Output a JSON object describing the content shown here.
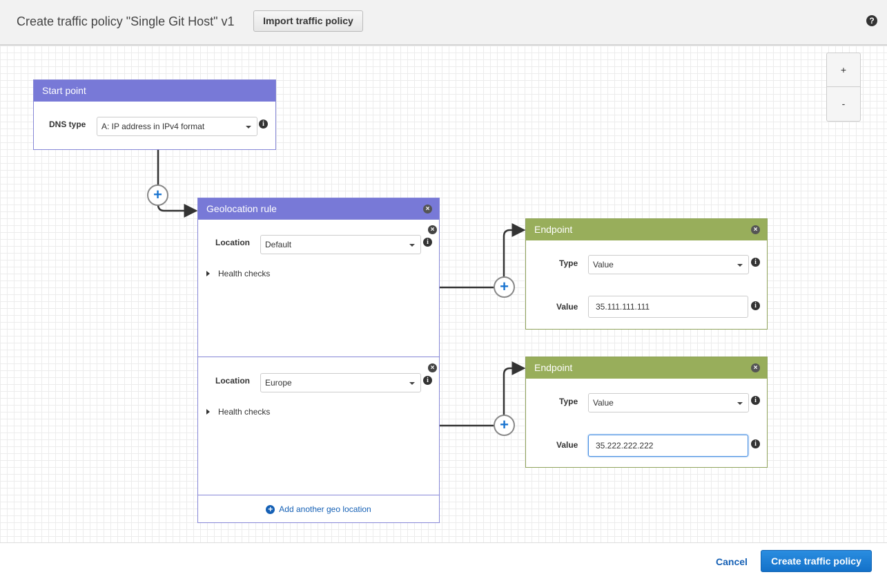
{
  "header": {
    "title": "Create traffic policy \"Single Git Host\" v1",
    "import_label": "Import traffic policy",
    "help_icon": "question-circle-icon"
  },
  "zoom": {
    "in": "+",
    "out": "-"
  },
  "start_point": {
    "title": "Start point",
    "dns_type_label": "DNS type",
    "dns_type_value": "A: IP address in IPv4 format"
  },
  "geo_rule": {
    "title": "Geolocation rule",
    "rules": [
      {
        "location_label": "Location",
        "location_value": "Default",
        "health_checks": "Health checks"
      },
      {
        "location_label": "Location",
        "location_value": "Europe",
        "health_checks": "Health checks"
      }
    ],
    "add_label": "Add another geo location"
  },
  "endpoints": [
    {
      "title": "Endpoint",
      "type_label": "Type",
      "type_value": "Value",
      "value_label": "Value",
      "value": "35.111.111.111"
    },
    {
      "title": "Endpoint",
      "type_label": "Type",
      "type_value": "Value",
      "value_label": "Value",
      "value": "35.222.222.222"
    }
  ],
  "footer": {
    "cancel": "Cancel",
    "create": "Create traffic policy"
  },
  "colors": {
    "rule_header": "#7879d7",
    "endpoint_header": "#98ae5b",
    "primary": "#1a7fd6"
  }
}
